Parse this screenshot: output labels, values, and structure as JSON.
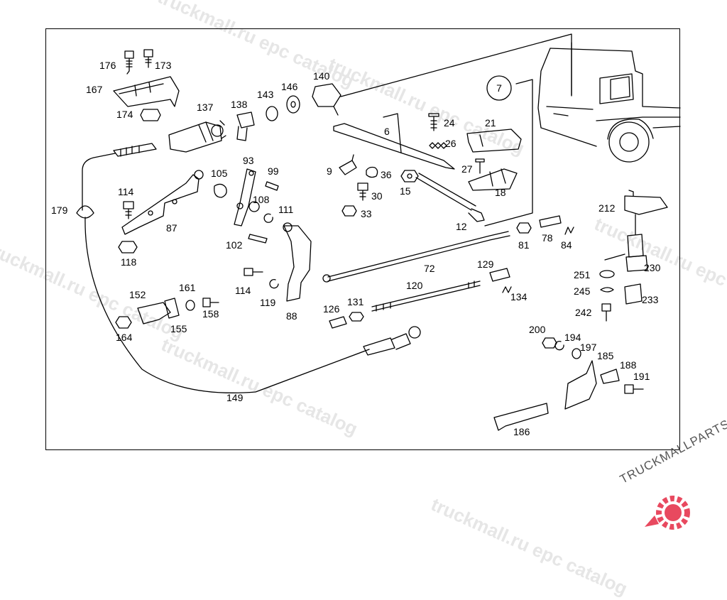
{
  "watermark": "truckmall.ru epc catalog",
  "brand": {
    "name": "TRUCKMALLPARTS",
    "color_main": "#555555",
    "color_accent": "#e8495f"
  },
  "group_marker": "7",
  "part_labels": {
    "p176": "176",
    "p173": "173",
    "p167": "167",
    "p174": "174",
    "p137": "137",
    "p138": "138",
    "p143": "143",
    "p146": "146",
    "p140": "140",
    "p24": "24",
    "p26": "26",
    "p6": "6",
    "p21": "21",
    "p27": "27",
    "p18": "18",
    "p9": "9",
    "p36": "36",
    "p30": "30",
    "p15": "15",
    "p33": "33",
    "p12": "12",
    "p93": "93",
    "p99": "99",
    "p105": "105",
    "p108": "108",
    "p111": "111",
    "p114a": "114",
    "p87": "87",
    "p118": "118",
    "p179": "179",
    "p102": "102",
    "p114b": "114",
    "p119": "119",
    "p88": "88",
    "p72": "72",
    "p81": "81",
    "p78": "78",
    "p84": "84",
    "p129": "129",
    "p120": "120",
    "p134": "134",
    "p126": "126",
    "p131": "131",
    "p152": "152",
    "p161": "161",
    "p158": "158",
    "p164": "164",
    "p155": "155",
    "p149": "149",
    "p212": "212",
    "p251": "251",
    "p230": "230",
    "p245": "245",
    "p233": "233",
    "p242": "242",
    "p200": "200",
    "p194": "194",
    "p197": "197",
    "p185": "185",
    "p188": "188",
    "p191": "191",
    "p186": "186"
  }
}
